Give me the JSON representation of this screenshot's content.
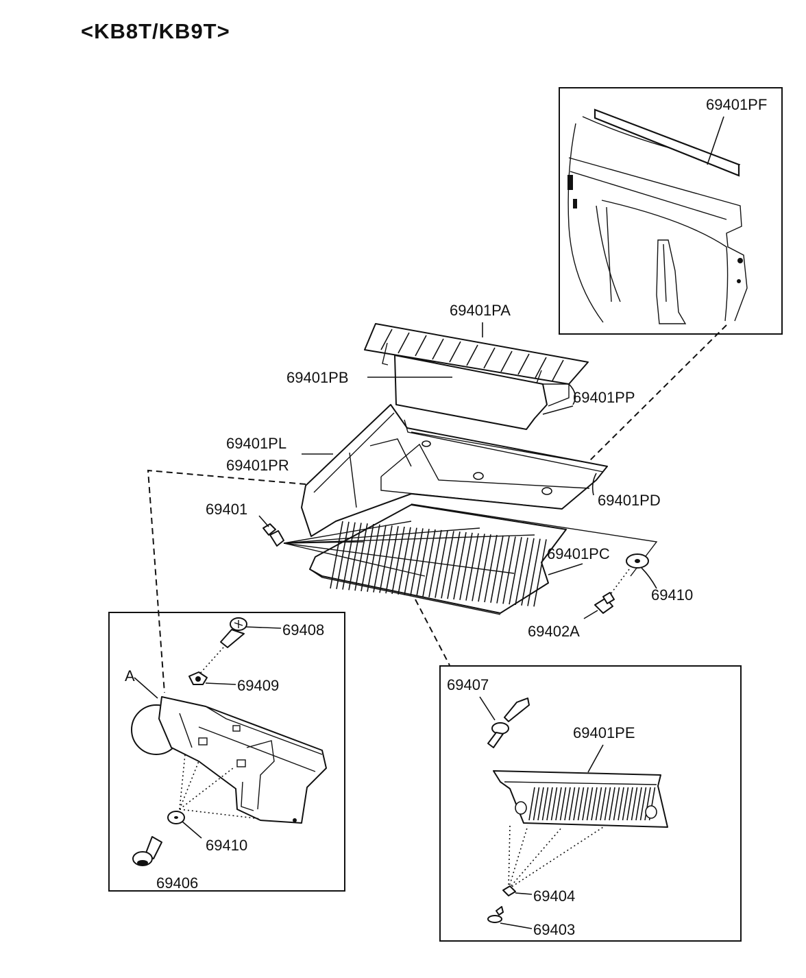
{
  "title": "<KB8T/KB9T>",
  "labels": {
    "pf": "69401PF",
    "pa": "69401PA",
    "pb": "69401PB",
    "pp": "69401PP",
    "pl": "69401PL",
    "pr": "69401PR",
    "pd": "69401PD",
    "p69401": "69401",
    "pc": "69401PC",
    "w69410_main": "69410",
    "c69402a": "69402A",
    "s69408": "69408",
    "n69409": "69409",
    "w69410_inset": "69410",
    "c69406": "69406",
    "detail_a": "A",
    "r69407": "69407",
    "pe": "69401PE",
    "n69404": "69404",
    "s69403": "69403"
  }
}
